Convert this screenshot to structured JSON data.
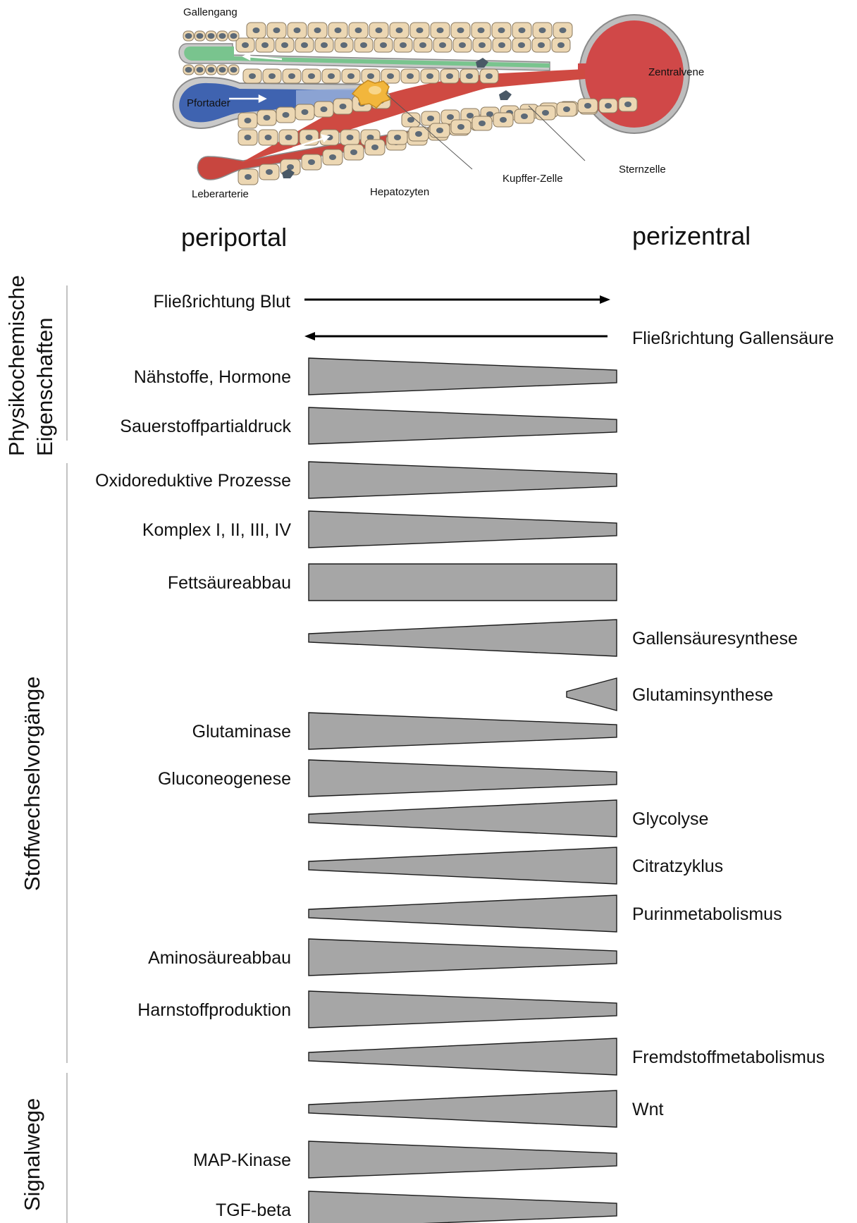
{
  "illustration": {
    "labels": {
      "bile_duct": "Gallengang",
      "portal_vein": "Pfortader",
      "hepatic_artery": "Leberarterie",
      "hepatocytes": "Hepatozyten",
      "kupffer_cell": "Kupffer-Zelle",
      "stellate_cell": "Sternzelle",
      "central_vein": "Zentralvene"
    },
    "colors": {
      "cell": "#ecd7b3",
      "nucleus": "#5d6a77",
      "bile": "#79c48e",
      "portal": "#3f63b0",
      "artery": "#c8463f",
      "central": "#d04848",
      "capsule": "#c9c9c9",
      "kupffer": "#f2b63c"
    }
  },
  "axis": {
    "left_label": "periportal",
    "right_label": "perizentral"
  },
  "sections": {
    "physico": "Physikochemische",
    "physico2": "Eigenschaften",
    "metabolism": "Stoffwechselvorgänge",
    "signaling": "Signalwege"
  },
  "flows": {
    "blood": "Fließrichtung Blut",
    "bile": "Fließrichtung Gallensäure"
  },
  "gradients": [
    {
      "label": "Nähstoffe, Hormone",
      "side": "left",
      "shape": "decreasing"
    },
    {
      "label": "Sauerstoffpartialdruck",
      "side": "left",
      "shape": "decreasing"
    },
    {
      "label": "Oxidoreduktive Prozesse",
      "side": "left",
      "shape": "decreasing"
    },
    {
      "label": "Komplex I, II, III, IV",
      "side": "left",
      "shape": "decreasing"
    },
    {
      "label": "Fettsäureabbau",
      "side": "left",
      "shape": "uniform"
    },
    {
      "label": "Gallensäuresynthese",
      "side": "right",
      "shape": "increasing"
    },
    {
      "label": "Glutaminsynthese",
      "side": "right",
      "shape": "pericentral-only"
    },
    {
      "label": "Glutaminase",
      "side": "left",
      "shape": "decreasing"
    },
    {
      "label": "Gluconeogenese",
      "side": "left",
      "shape": "decreasing"
    },
    {
      "label": "Glycolyse",
      "side": "right",
      "shape": "increasing"
    },
    {
      "label": "Citratzyklus",
      "side": "right",
      "shape": "increasing"
    },
    {
      "label": "Purinmetabolismus",
      "side": "right",
      "shape": "increasing"
    },
    {
      "label": "Aminosäureabbau",
      "side": "left",
      "shape": "decreasing"
    },
    {
      "label": "Harnstoffproduktion",
      "side": "left",
      "shape": "decreasing"
    },
    {
      "label": "Fremdstoffmetabolismus",
      "side": "right",
      "shape": "increasing"
    },
    {
      "label": "Wnt",
      "side": "right",
      "shape": "increasing"
    },
    {
      "label": "MAP-Kinase",
      "side": "left",
      "shape": "decreasing"
    },
    {
      "label": "TGF-beta",
      "side": "left",
      "shape": "decreasing"
    }
  ]
}
